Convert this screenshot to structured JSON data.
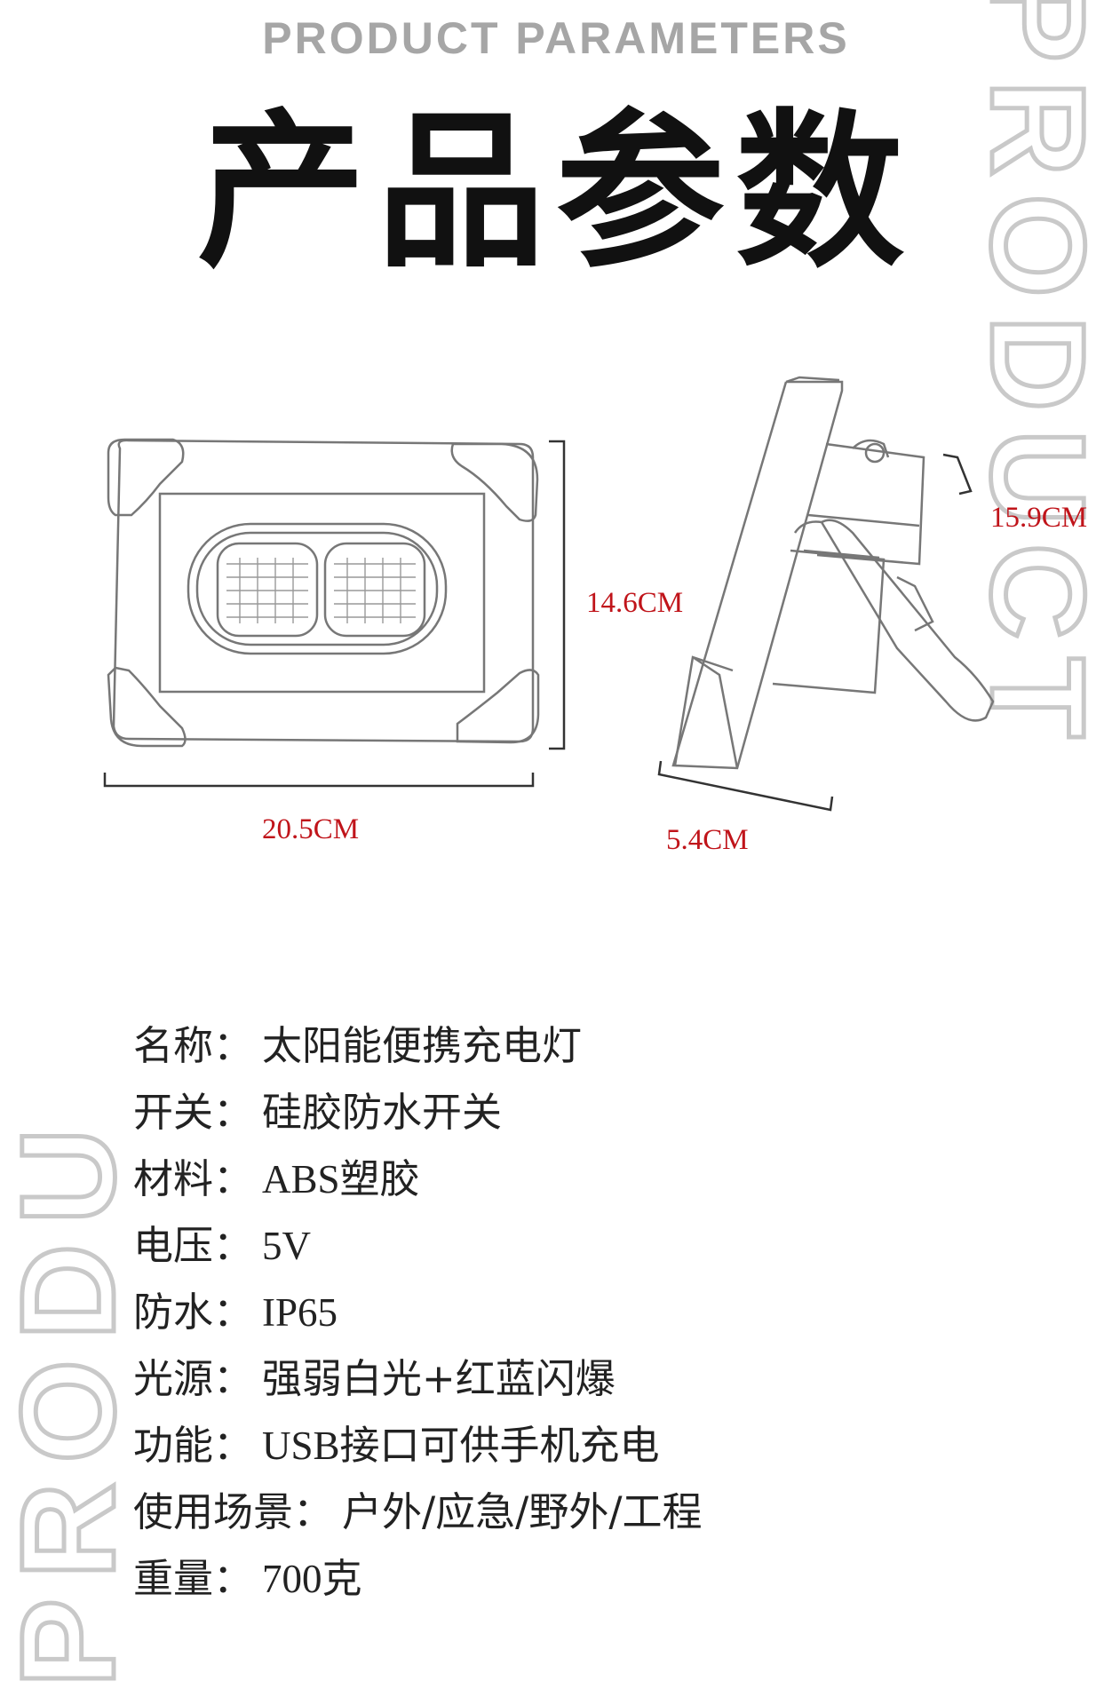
{
  "header": {
    "en_title": "PRODUCT PARAMETERS",
    "cn_title": "产品参数"
  },
  "watermark": {
    "right": "PRODUCT",
    "left": "PRODU"
  },
  "dimensions": {
    "width": "20.5CM",
    "height": "14.6CM",
    "depth": "5.4CM",
    "diagonal": "15.9CM"
  },
  "specs": [
    {
      "label": "名称：",
      "value": "太阳能便携充电灯"
    },
    {
      "label": "开关：",
      "value": "硅胶防水开关"
    },
    {
      "label": "材料：",
      "value": "ABS塑胶"
    },
    {
      "label": "电压：",
      "value": "5V"
    },
    {
      "label": "防水：",
      "value": "IP65"
    },
    {
      "label": "光源：",
      "value": "强弱白光+红蓝闪爆"
    },
    {
      "label": "功能：",
      "value": "USB接口可供手机充电"
    },
    {
      "label": "使用场景：",
      "value": "户外/应急/野外/工程"
    },
    {
      "label": "重量：",
      "value": "700克"
    }
  ],
  "colors": {
    "accent": "#c0141a",
    "title": "#111111",
    "subtitle": "#a6a6a6",
    "watermark": "#c9c9c9"
  }
}
